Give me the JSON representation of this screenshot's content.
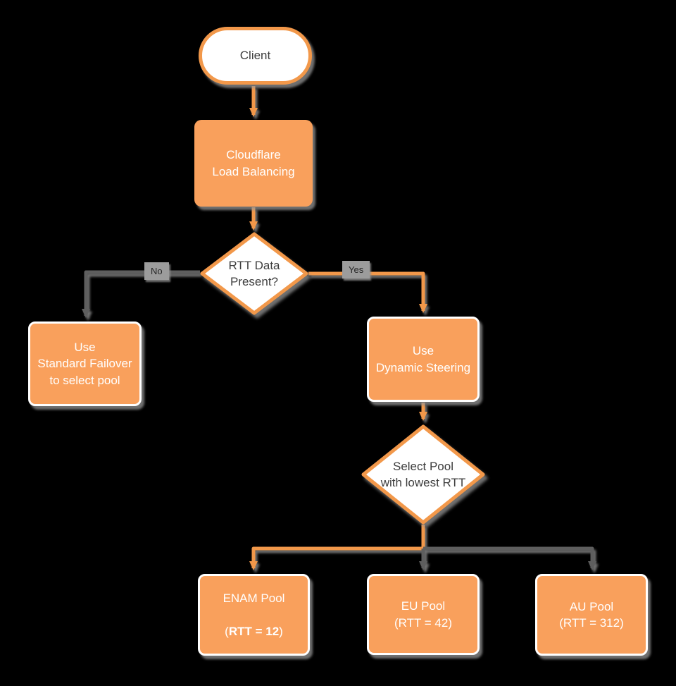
{
  "colors": {
    "background": "#000000",
    "orange_fill": "#F9A05C",
    "orange_line": "#F2984A",
    "gray_line": "#5E5E5E",
    "chip_bg": "#9C9C9C",
    "chip_text": "#262626",
    "dark_text": "#3D3D3D",
    "white_text": "#FFFFFF"
  },
  "nodes": {
    "client": {
      "shape": "terminator",
      "label": "Client"
    },
    "load_balancing": {
      "shape": "process",
      "label": "Cloudflare\nLoad Balancing"
    },
    "rtt_decision": {
      "shape": "decision",
      "label": "RTT Data\nPresent?"
    },
    "standard_failover": {
      "shape": "process",
      "label": "Use\nStandard Failover\nto select pool"
    },
    "dynamic_steering": {
      "shape": "process",
      "label": "Use\nDynamic Steering"
    },
    "select_pool": {
      "shape": "decision",
      "label": "Select Pool\nwith lowest RTT"
    },
    "enam_pool": {
      "shape": "process",
      "line1": "ENAM Pool",
      "rtt_open": "(",
      "rtt_bold": "RTT = 12",
      "rtt_close": ")"
    },
    "eu_pool": {
      "shape": "process",
      "label": "EU Pool\n(RTT = 42)"
    },
    "au_pool": {
      "shape": "process",
      "label": "AU Pool\n(RTT = 312)"
    }
  },
  "edges": {
    "no": {
      "label": "No"
    },
    "yes": {
      "label": "Yes"
    }
  }
}
